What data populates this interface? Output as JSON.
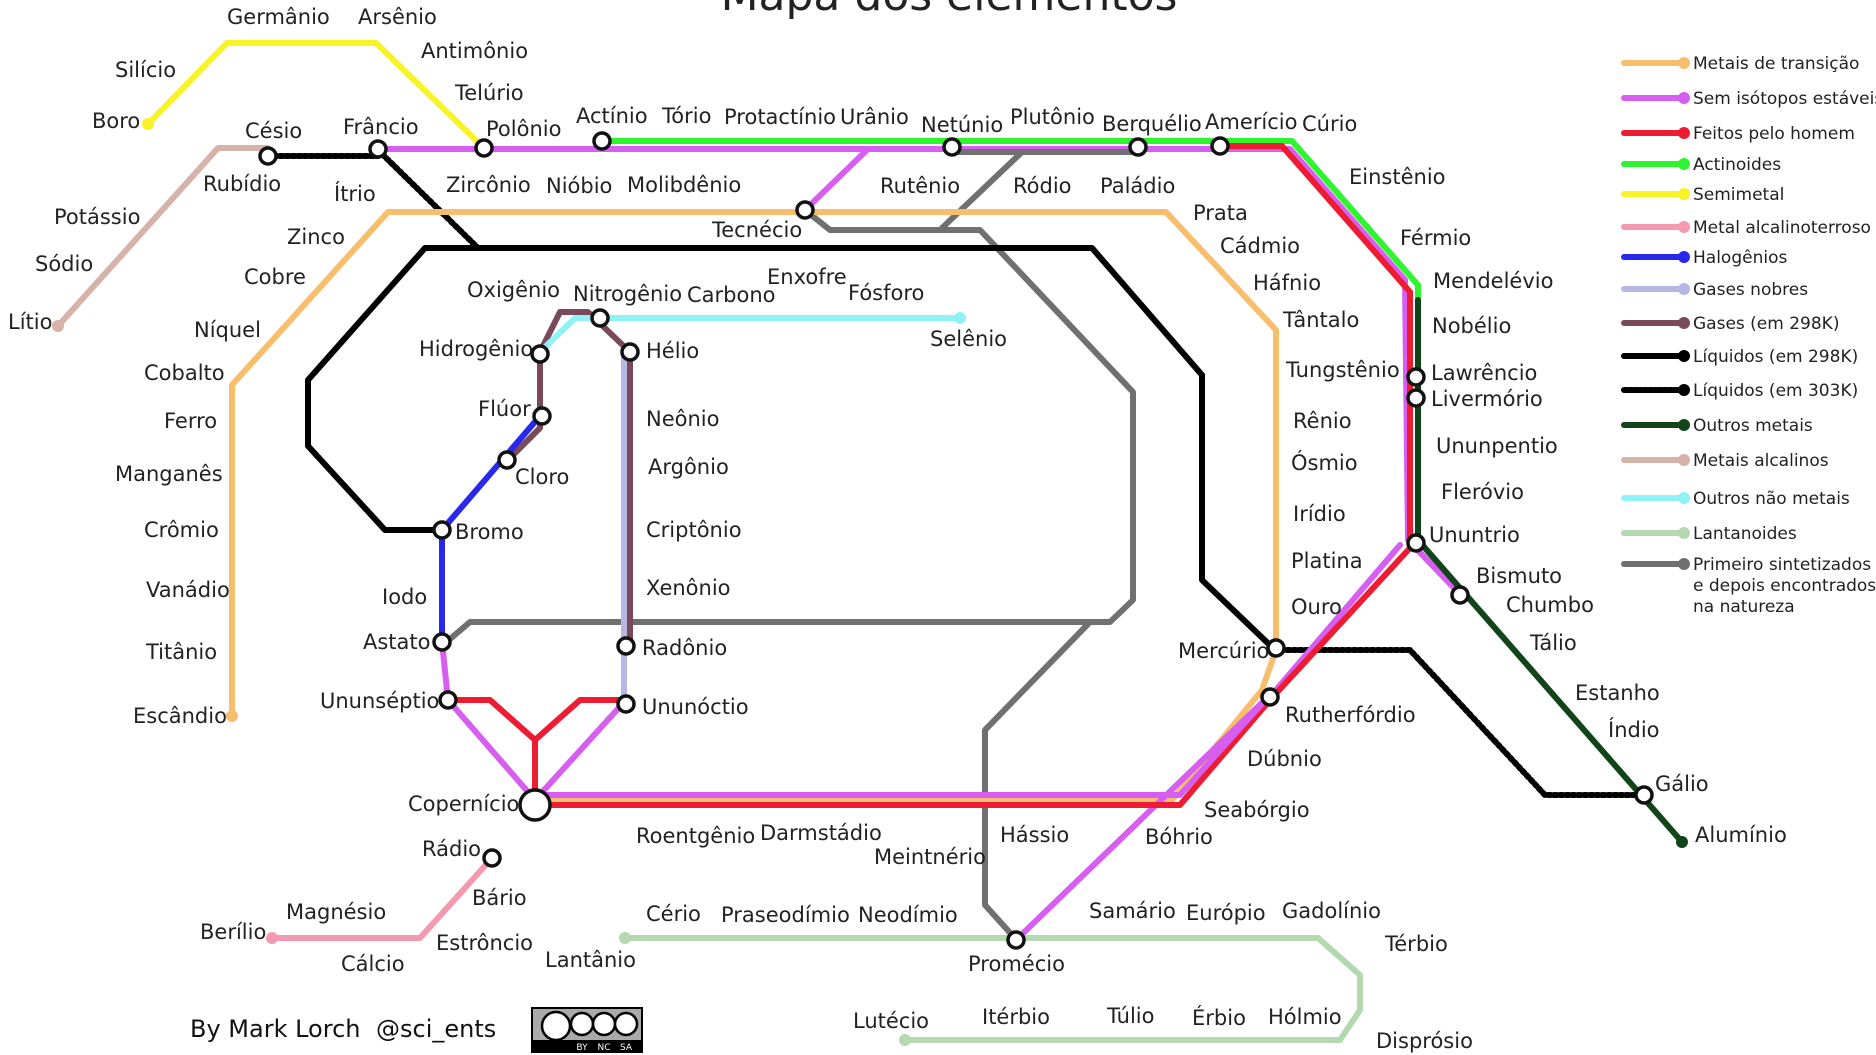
{
  "title": "Mapa dos elementos",
  "credit": {
    "author": "By Mark Lorch",
    "handle": "@sci_ents",
    "license_badge": [
      "BY",
      "NC",
      "SA"
    ]
  },
  "colors": {
    "transition": "#f7bf6d",
    "no_stable": "#d65ef0",
    "manmade": "#ee1c33",
    "actinoid": "#2ff52f",
    "semimetal": "#f8f227",
    "alkaline_earth": "#f49ab0",
    "halogen": "#2929ee",
    "noble": "#b7b7e4",
    "gas298": "#7a4a58",
    "liquid298": "#000000",
    "liquid303": "#000000",
    "other_metal": "#12441a",
    "alkali": "#d6b2a8",
    "other_nonmetal": "#8ef2f7",
    "lanthanoid": "#b4d9b1",
    "synth_first": "#707070"
  },
  "legend": [
    {
      "label": "Metais de transição",
      "color": "#f7bf6d",
      "style": "solid"
    },
    {
      "label": "Sem isótopos estáveis",
      "color": "#d65ef0",
      "style": "solid"
    },
    {
      "label": "Feitos pelo homem",
      "color": "#ee1c33",
      "style": "solid"
    },
    {
      "label": "Actinoides",
      "color": "#2ff52f",
      "style": "solid"
    },
    {
      "label": "Semimetal",
      "color": "#f8f227",
      "style": "solid"
    },
    {
      "label": "Metal alcalinoterroso",
      "color": "#f49ab0",
      "style": "solid"
    },
    {
      "label": "Halogênios",
      "color": "#2929ee",
      "style": "solid"
    },
    {
      "label": "Gases nobres",
      "color": "#b7b7e4",
      "style": "solid"
    },
    {
      "label": "Gases (em 298K)",
      "color": "#7a4a58",
      "style": "solid"
    },
    {
      "label": "Líquidos (em 298K)",
      "color": "#000000",
      "style": "solid"
    },
    {
      "label": "Líquidos (em 303K)",
      "color": "#000000",
      "style": "dotted"
    },
    {
      "label": "Outros metais",
      "color": "#12441a",
      "style": "solid"
    },
    {
      "label": "Metais alcalinos",
      "color": "#d6b2a8",
      "style": "solid"
    },
    {
      "label": "Outros não metais",
      "color": "#8ef2f7",
      "style": "solid"
    },
    {
      "label": "Lantanoides",
      "color": "#b4d9b1",
      "style": "solid"
    },
    {
      "label": "Primeiro sintetizados\ne depois encontrados\nna natureza",
      "color": "#707070",
      "style": "solid"
    }
  ],
  "stations": [
    "Germânio",
    "Arsênio",
    "Silício",
    "Antimônio",
    "Boro",
    "Telúrio",
    "Césio",
    "Frâncio",
    "Polônio",
    "Actínio",
    "Tório",
    "Protactínio",
    "Urânio",
    "Netúnio",
    "Plutônio",
    "Berquélio",
    "Amerício",
    "Cúrio",
    "Rubídio",
    "Potássio",
    "Sódio",
    "Lítio",
    "Ítrio",
    "Zircônio",
    "Nióbio",
    "Molibdênio",
    "Rutênio",
    "Ródio",
    "Paládio",
    "Tecnécio",
    "Einstênio",
    "Prata",
    "Férmio",
    "Cádmio",
    "Zinco",
    "Cobre",
    "Háfnio",
    "Mendelévio",
    "Oxigênio",
    "Enxofre",
    "Nitrogênio",
    "Carbono",
    "Fósforo",
    "Níquel",
    "Tântalo",
    "Nobélio",
    "Selênio",
    "Hidrogênio",
    "Hélio",
    "Cobalto",
    "Tungstênio",
    "Lawrêncio",
    "Livermório",
    "Flúor",
    "Ferro",
    "Neônio",
    "Rênio",
    "Unun­pentio",
    "Manganês",
    "Ósmio",
    "Cloro",
    "Argônio",
    "Fleróvio",
    "Irídio",
    "Crômio",
    "Bromo",
    "Criptônio",
    "Ununtrio",
    "Platina",
    "Bismuto",
    "Vanádio",
    "Iodo",
    "Xenônio",
    "Chumbo",
    "Ouro",
    "Tálio",
    "Astato",
    "Radônio",
    "Titânio",
    "Mercúrio",
    "Ununséptio",
    "Ununóctio",
    "Estanho",
    "Escândio",
    "Rutherfórdio",
    "Índio",
    "Dúbnio",
    "Gálio",
    "Copernício",
    "Seabórgio",
    "Roentgênio",
    "Darmstádio",
    "Hássio",
    "Bóhrio",
    "Alumínio",
    "Rádio",
    "Meintnério",
    "Bário",
    "Magnésio",
    "Cério",
    "Praseodímio",
    "Neodímio",
    "Samário",
    "Európio",
    "Gadolínio",
    "Térbio",
    "Berílio",
    "Estrôncio",
    "Lantânio",
    "Cálcio",
    "Promécio",
    "Lutécio",
    "Itérbio",
    "Túlio",
    "Érbio",
    "Hólmio",
    "Disprósio"
  ]
}
